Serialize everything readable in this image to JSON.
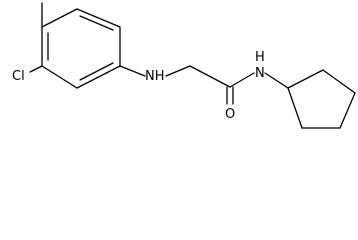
{
  "molecule": {
    "atom_labels": {
      "chlorine": "Cl",
      "amine_nh": "NH",
      "amide_n": "N",
      "amide_h": "H",
      "carbonyl_o": "O"
    },
    "colors": {
      "bond": "#000000",
      "label": "#000000",
      "background": "#ffffff"
    }
  }
}
